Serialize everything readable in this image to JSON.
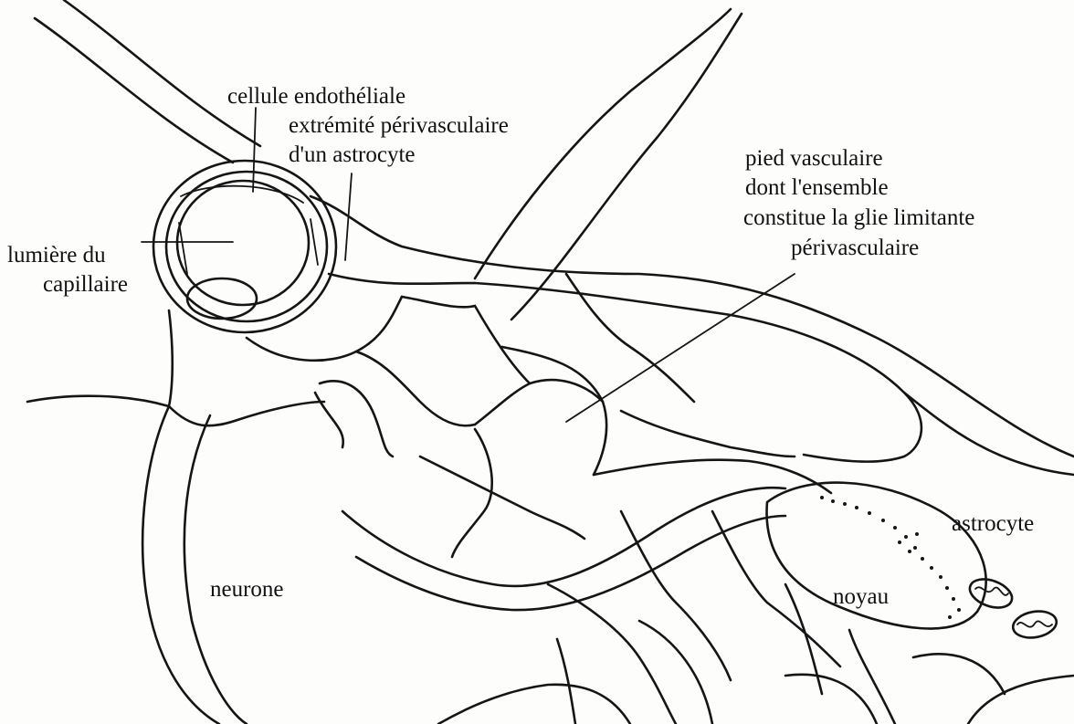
{
  "diagram": {
    "labels": {
      "endothelial_cell": "cellule endothéliale",
      "perivascular_end_line1": "extrémité périvasculaire",
      "perivascular_end_line2": "d'un astrocyte",
      "capillary_lumen_line1": "lumière du",
      "capillary_lumen_line2": "capillaire",
      "vascular_foot_line1": "pied vasculaire",
      "vascular_foot_line2": "dont l'ensemble",
      "vascular_foot_line3": "constitue la glie limitante",
      "vascular_foot_line4": "périvasculaire",
      "neuron": "neurone",
      "nucleus": "noyau",
      "astrocyte": "astrocyte"
    },
    "colors": {
      "ink": "#151515",
      "paper": "#fdfdfc"
    }
  }
}
